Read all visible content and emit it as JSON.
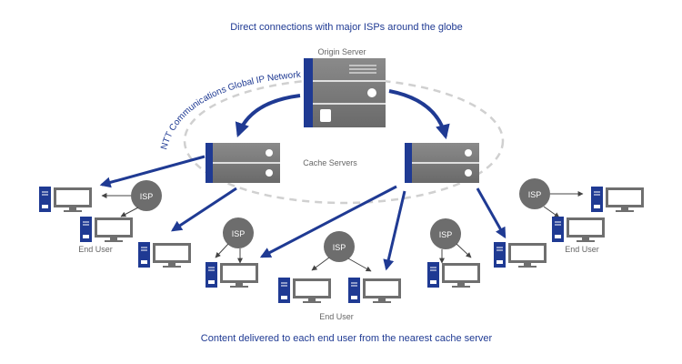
{
  "diagram": {
    "title_top": "Direct connections with major ISPs around the globe",
    "title_bottom": "Content delivered to each end user from the nearest cache server",
    "origin_label": "Origin Server",
    "cache_label": "Cache Servers",
    "network_label": "NTT Communications Global IP Network",
    "isp_label": "ISP",
    "end_user_label": "End User"
  },
  "colors": {
    "primary": "#1f3a93",
    "server_gray": "#7b7b7b",
    "isp_gray": "#6d6d6d",
    "computer_blue": "#1f3a93"
  },
  "icons": [
    "server-icon",
    "computer-icon",
    "isp-circle",
    "arrow"
  ]
}
